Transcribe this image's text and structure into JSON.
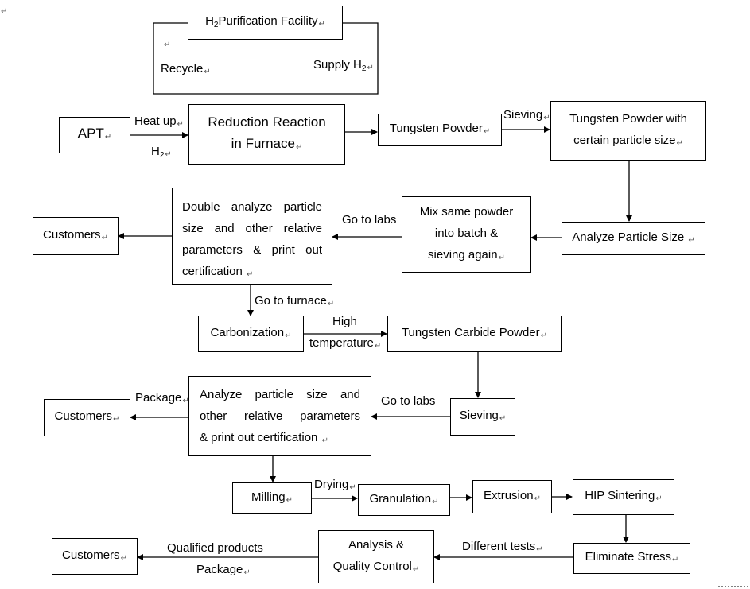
{
  "nodes": {
    "h2_facility": "Purification Facility",
    "h2_prefix": "H",
    "h2_sub": "2",
    "apt": "APT",
    "reduction_l1": "Reduction Reaction",
    "reduction_l2": "in Furnace",
    "tungsten_powder": "Tungsten Powder",
    "tp_size_l1": "Tungsten Powder with",
    "tp_size_l2": "certain particle size",
    "analyze_size": "Analyze Particle Size",
    "mix_l1": "Mix same powder",
    "mix_l2": "into batch &",
    "mix_l3": "sieving again",
    "double_l1": "Double analyze particle",
    "double_l2": "size and other relative",
    "double_l3": "parameters & print out",
    "double_l4": "certification",
    "customers1": "Customers",
    "carbonization": "Carbonization",
    "wc_powder": "Tungsten Carbide Powder",
    "sieving_box": "Sieving",
    "analyze2_l1": "Analyze particle size and",
    "analyze2_l2": "other relative parameters",
    "analyze2_l3": "& print out certification",
    "customers2": "Customers",
    "milling": "Milling",
    "granulation": "Granulation",
    "extrusion": "Extrusion",
    "hip": "HIP Sintering",
    "eliminate": "Eliminate Stress",
    "analysis_l1": "Analysis &",
    "analysis_l2": "Quality Control",
    "customers3": "Customers"
  },
  "labels": {
    "recycle": "Recycle",
    "supply": "Supply H",
    "supply_sub": "2",
    "heat_up": "Heat up",
    "h2": "H",
    "h2_sub": "2",
    "sieving": "Sieving",
    "go_to_labs_1": "Go to labs",
    "go_to_furnace": "Go to furnace",
    "high": "High",
    "temperature": "temperature",
    "package_1": "Package",
    "go_to_labs_2": "Go to labs",
    "drying": "Drying",
    "different_tests": "Different tests",
    "qualified_products": "Qualified products",
    "package_2": "Package"
  },
  "return_mark": "↵"
}
